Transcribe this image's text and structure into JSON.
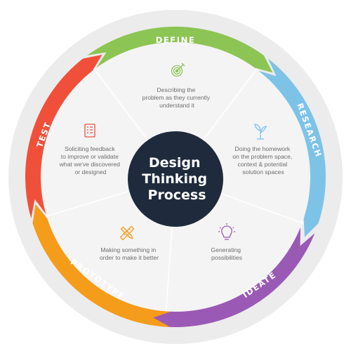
{
  "center": {
    "title_lines": [
      "Design",
      "Thinking",
      "Process"
    ]
  },
  "stages": [
    {
      "key": "define",
      "label": "DEFINE",
      "color": "#8cc554",
      "icon": "target-icon",
      "desc": [
        "Describing the",
        "problem as they currently",
        "understand it"
      ]
    },
    {
      "key": "research",
      "label": "RESEARCH",
      "color": "#7dc3e8",
      "icon": "plant-icon",
      "desc": [
        "Doing the homework",
        "on the problem space,",
        "context & potential",
        "solution spaces"
      ]
    },
    {
      "key": "ideate",
      "label": "IDEATE",
      "color": "#9b59b6",
      "icon": "lightbulb-icon",
      "desc": [
        "Generating",
        "possibilities"
      ]
    },
    {
      "key": "prototype",
      "label": "PROTOTYPE",
      "color": "#f59c1a",
      "icon": "pencil-ruler-icon",
      "desc": [
        "Making something in",
        "order to make it better"
      ]
    },
    {
      "key": "test",
      "label": "TEST",
      "color": "#f0503a",
      "icon": "checklist-icon",
      "desc": [
        "Soliciting feedback",
        "to improve or validate",
        "what we've discovered",
        "or designed"
      ]
    }
  ]
}
